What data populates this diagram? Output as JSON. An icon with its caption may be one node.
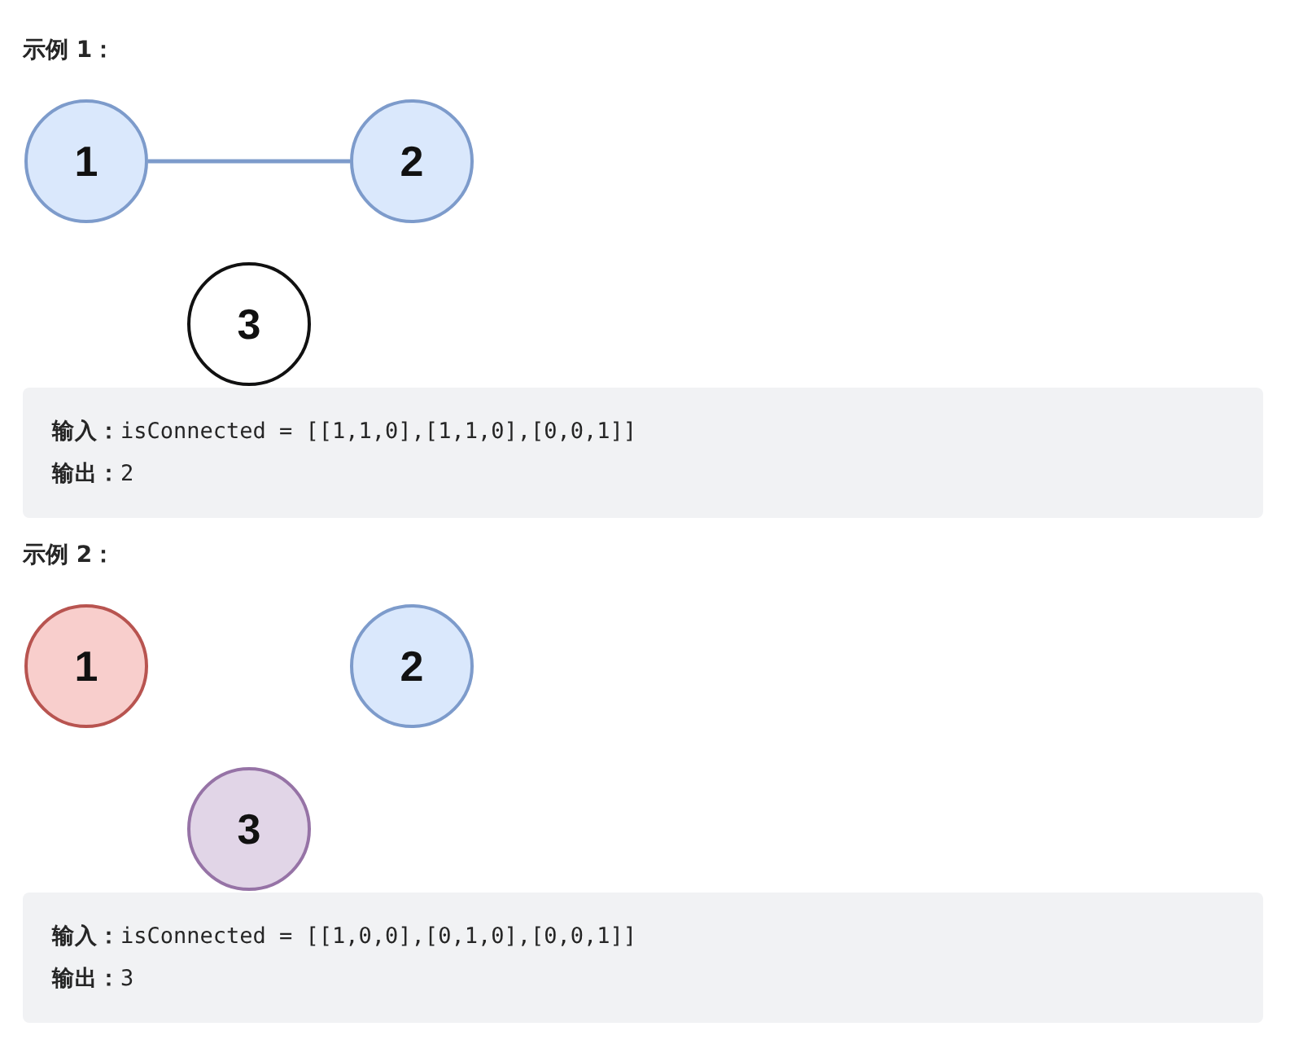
{
  "diagram": {
    "nodes": [
      {
        "text": [
          "1"
        ]
      },
      {
        "text": [
          "2"
        ]
      },
      {
        "text": [
          "3"
        ]
      },
      {
        "text": [
          "**输入：**isConnected = [[1,1,0],[1,1,0],[0,0,1]]",
          "**输出：**2"
        ]
      },
      {
        "text": [
          "1"
        ]
      },
      {
        "text": [
          "2"
        ]
      },
      {
        "text": [
          "3"
        ]
      },
      {
        "text": [
          "**输入：**isConnected = [[1,0,0],[0,1,0],[0,0,1]]",
          "**输出：**3"
        ]
      }
    ],
    "edges": [
      {
        "from": 0,
        "to": 1,
        "arrow": "none",
        "color": "#7d9bcb"
      }
    ],
    "labels": [
      "示例 1：",
      "示例 2："
    ]
  }
}
